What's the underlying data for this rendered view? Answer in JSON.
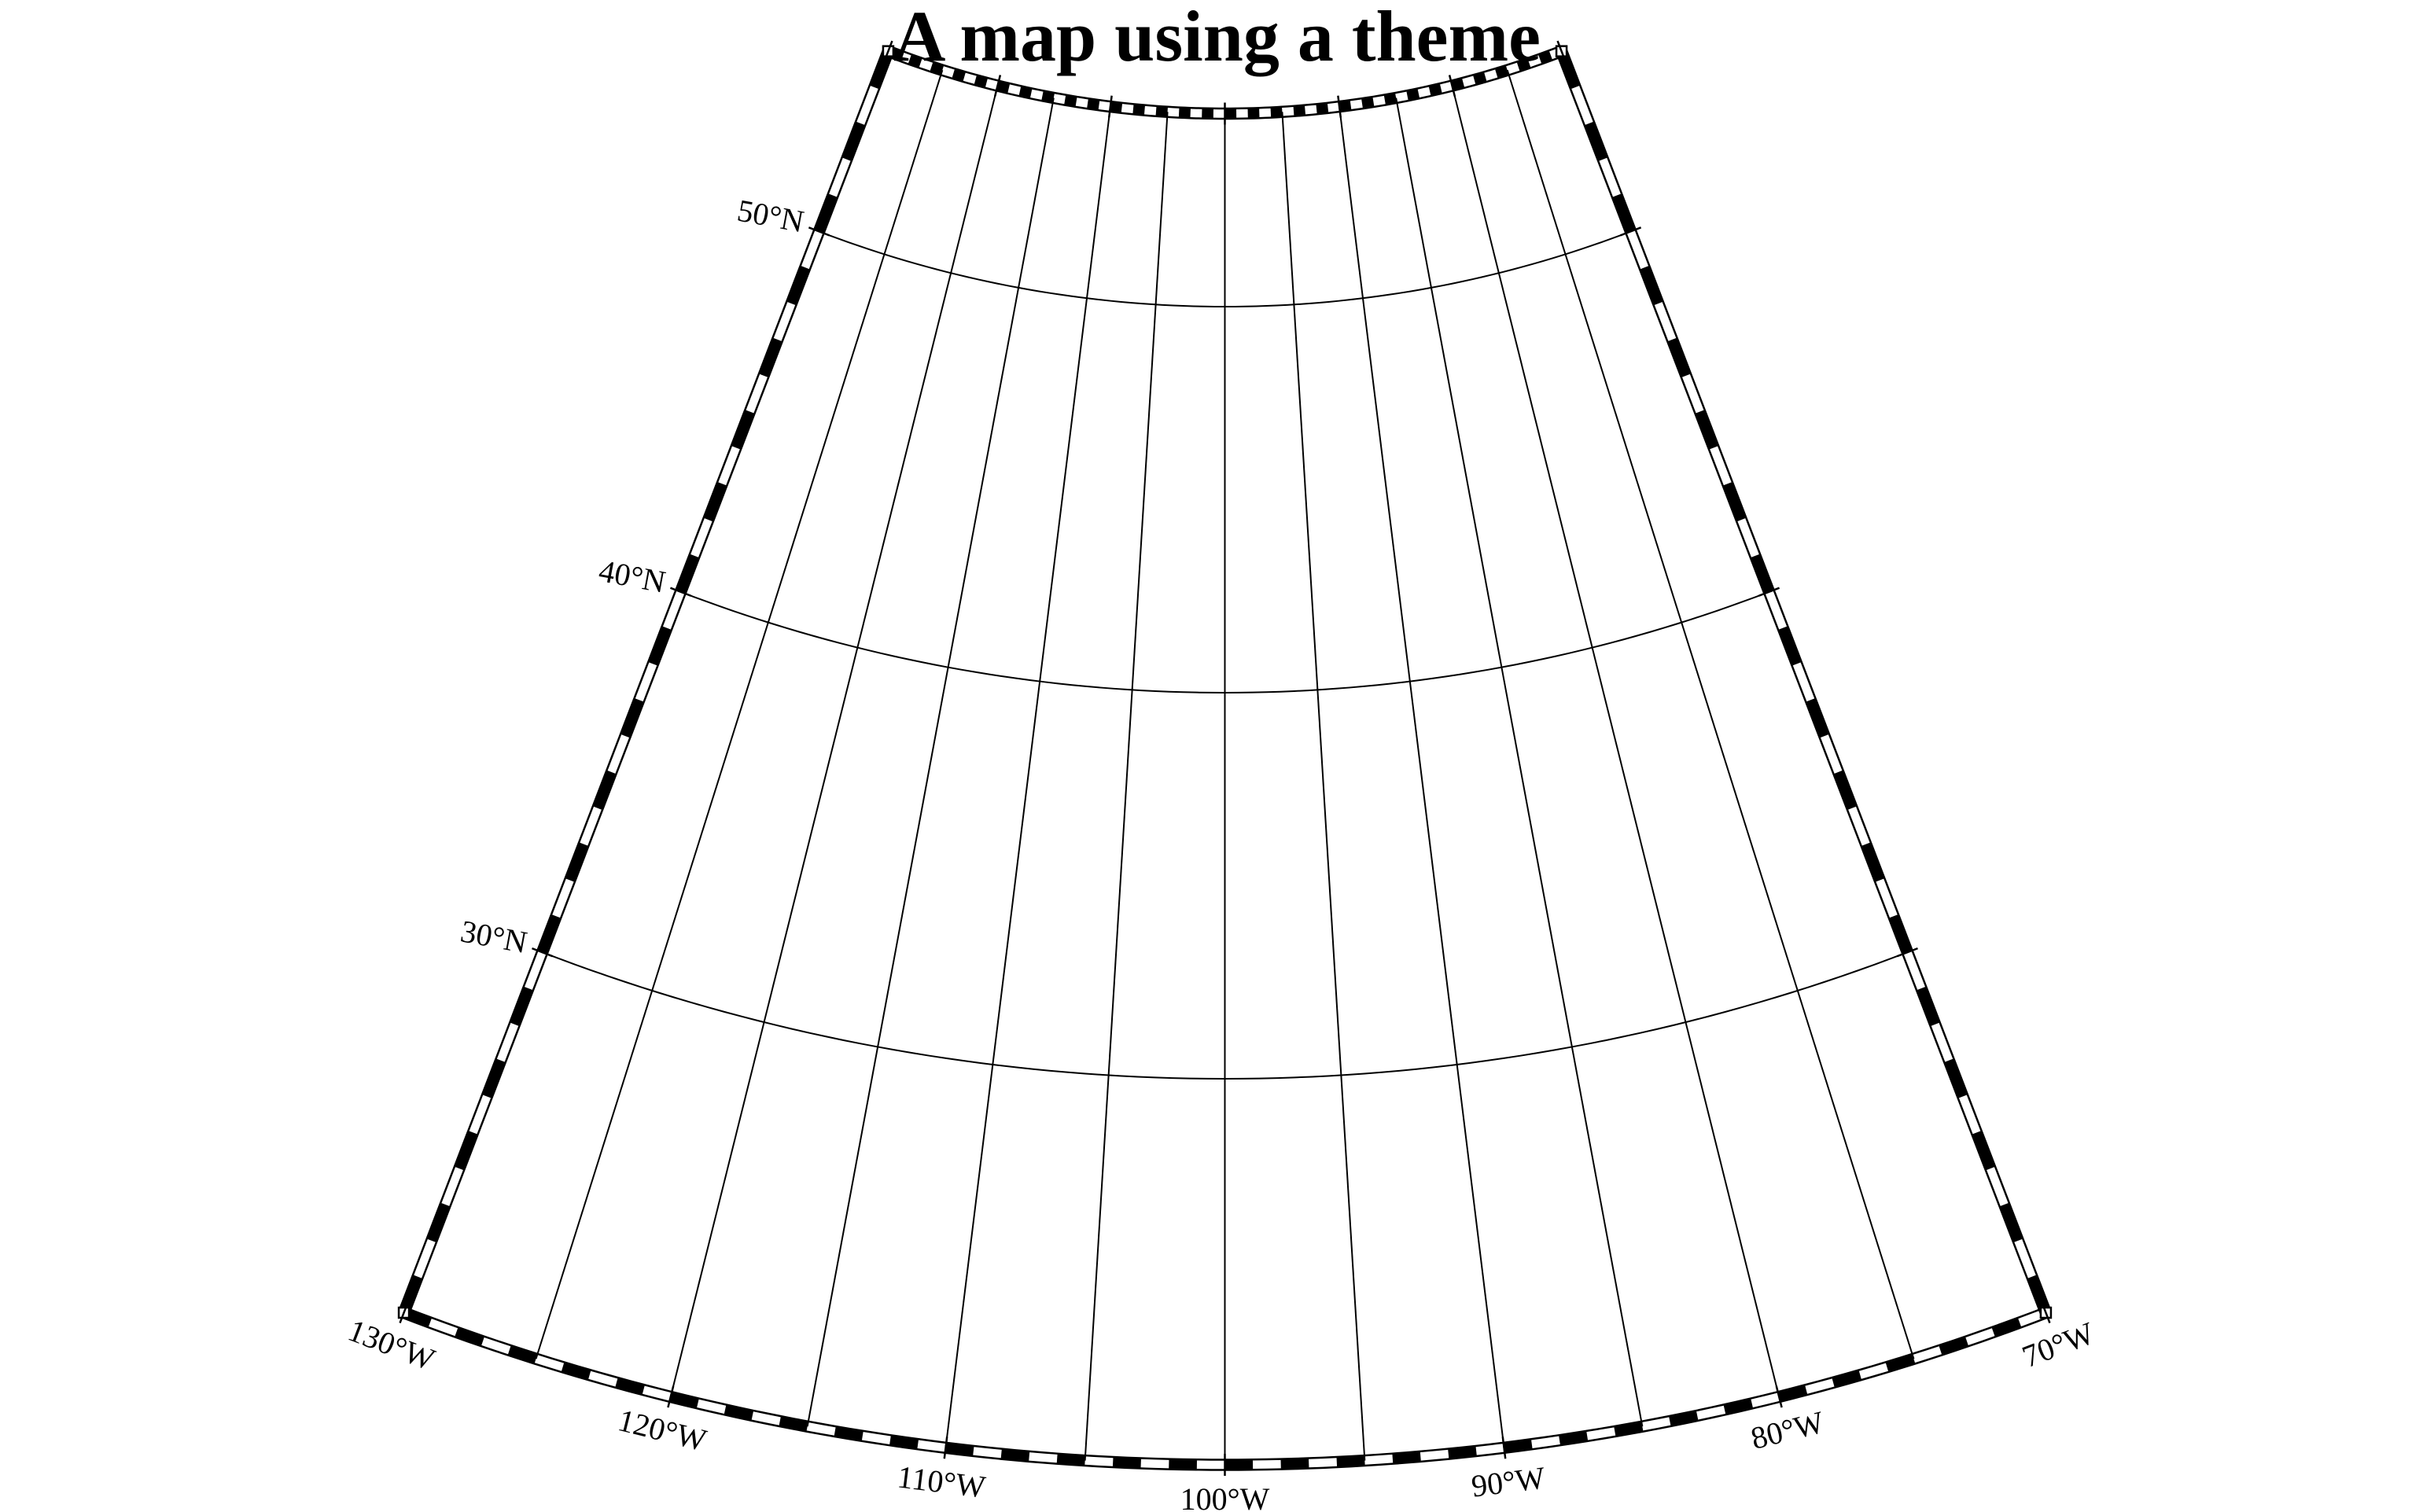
{
  "title": "A map using a theme",
  "map": {
    "projection": "lambert-conic-conformal",
    "region": {
      "lon_min": -130,
      "lon_max": -70,
      "lat_min": 20,
      "lat_max": 55
    },
    "frame_style": "fancy",
    "gridlines": true,
    "meridians": [
      {
        "lon": -130,
        "label": "130°W"
      },
      {
        "lon": -120,
        "label": "120°W"
      },
      {
        "lon": -110,
        "label": "110°W"
      },
      {
        "lon": -100,
        "label": "100°W"
      },
      {
        "lon": -90,
        "label": "90°W"
      },
      {
        "lon": -80,
        "label": "80°W"
      },
      {
        "lon": -70,
        "label": "70°W"
      }
    ],
    "parallels": [
      {
        "lat": 30,
        "label": "30°N"
      },
      {
        "lat": 40,
        "label": "40°N"
      },
      {
        "lat": 50,
        "label": "50°N"
      }
    ]
  }
}
